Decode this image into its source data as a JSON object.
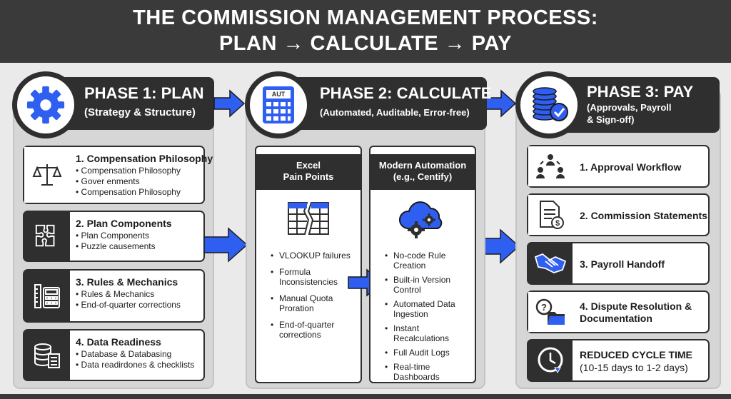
{
  "title": {
    "line1": "THE COMMISSION MANAGEMENT PROCESS:",
    "line2": "PLAN → CALCULATE → PAY"
  },
  "colors": {
    "accent": "#2f5ff0",
    "dark": "#2f2f2f",
    "panel": "#d6d6d6"
  },
  "phase1": {
    "title": "PHASE 1: PLAN",
    "subtitle": "(Strategy & Structure)",
    "icon": "gear-icon",
    "cards": [
      {
        "title": "1. Compensation Philosophy",
        "icon": "scales-icon",
        "bullets": [
          "Compensation Philosophy",
          "Gover enments",
          "Compensation Philosophy"
        ]
      },
      {
        "title": "2. Plan Components",
        "icon": "puzzle-icon",
        "bullets": [
          "Plan Components",
          "Puzzle causements"
        ]
      },
      {
        "title": "3. Rules & Mechanics",
        "icon": "calculator-ruler-icon",
        "bullets": [
          "Rules & Mechanics",
          "End-of-quarter corrections"
        ]
      },
      {
        "title": "4. Data Readiness",
        "icon": "database-checklist-icon",
        "bullets": [
          "Database & Databasing",
          "Data readirdones & checklists"
        ]
      }
    ]
  },
  "phase2": {
    "title": "PHASE 2: CALCULATE",
    "subtitle": "(Automated, Auditable, Error-free)",
    "icon": "calculator-icon",
    "icon_text": "AUT",
    "excel": {
      "head": [
        "Excel",
        "Pain Points"
      ],
      "icon": "broken-spreadsheet-icon",
      "bullets": [
        "VLOOKUP failures",
        "Formula Inconsistencies",
        "Manual Quota Proration",
        "End-of-quarter corrections"
      ]
    },
    "modern": {
      "head": [
        "Modern Automation",
        "(e.g., Centify)"
      ],
      "icon": "cloud-gears-icon",
      "bullets": [
        "No-code Rule Creation",
        "Built-in Version Control",
        "Automated Data Ingestion",
        "Instant Recalculations",
        "Full Audit Logs",
        "Real-time Dashboards"
      ]
    }
  },
  "phase3": {
    "title": "PHASE 3: PAY",
    "subtitle_lines": [
      "(Approvals, Payroll",
      "& Sign-off)"
    ],
    "icon": "coins-check-icon",
    "cards": [
      {
        "lines": [
          "1. Approval Workflow"
        ],
        "icon": "approval-people-icon"
      },
      {
        "lines": [
          "2. Commission Statements"
        ],
        "icon": "statement-icon"
      },
      {
        "lines": [
          "3. Payroll Handoff"
        ],
        "icon": "handshake-icon"
      },
      {
        "lines": [
          "4. Dispute Resolution &",
          "Documentation"
        ],
        "icon": "question-folder-icon"
      }
    ],
    "cycle": {
      "title": "REDUCED CYCLE TIME",
      "detail": "(10-15 days to 1-2 days)",
      "icon": "clock-down-icon"
    }
  }
}
